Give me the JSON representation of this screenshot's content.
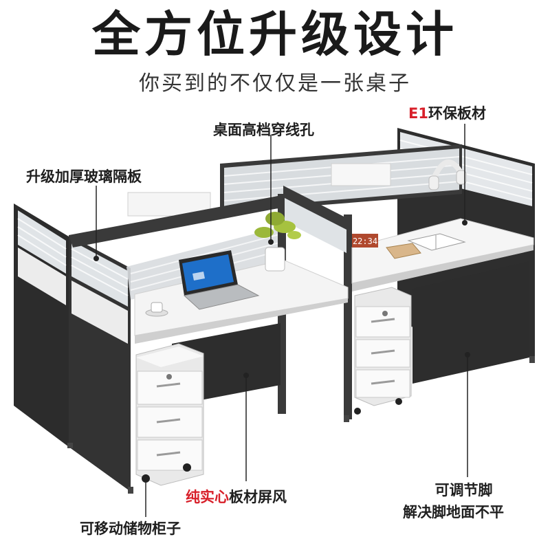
{
  "headline": "全方位升级设计",
  "subheadline": "你买到的不仅仅是一张桌子",
  "features": {
    "e1_prefix": "E1",
    "e1_rest": "环保板材",
    "cable_hole": "桌面高档穿线孔",
    "glass_panel": "升级加厚玻璃隔板",
    "solid_prefix": "纯实心",
    "solid_rest": "板材屏风",
    "adjustable_line1": "可调节脚",
    "adjustable_line2": "解决脚地面不平",
    "mobile_cabinet": "可移动储物柜子"
  },
  "clock_display": "22:34",
  "colors": {
    "frame": "#3b3b3b",
    "panel": "#2f2f2f",
    "desktop": "#f4f4f4",
    "accent_red": "#d8202a",
    "glass": "#d9dde0"
  },
  "icons": [
    "laptop-icon",
    "headphones-icon",
    "plant-icon",
    "coffee-cup-icon",
    "book-icon",
    "digital-clock-icon"
  ]
}
